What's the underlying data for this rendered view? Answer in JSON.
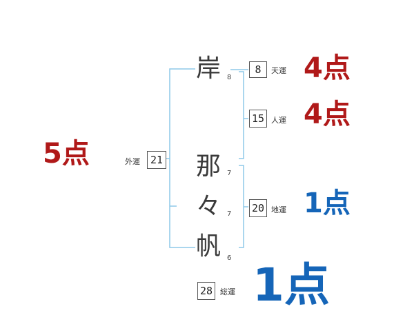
{
  "colors": {
    "red": "#b01919",
    "blue": "#1565b8",
    "bracket": "#8ec8e8",
    "box_border": "#555555"
  },
  "name": {
    "surname": [
      {
        "char": "岸",
        "strokes": "8"
      }
    ],
    "given": [
      {
        "char": "那",
        "strokes": "7"
      },
      {
        "char": "々",
        "strokes": "7"
      },
      {
        "char": "帆",
        "strokes": "6"
      }
    ]
  },
  "fortunes": {
    "tenkaku": {
      "value": "8",
      "label": "天運",
      "score": "4点",
      "color": "red"
    },
    "jinkaku": {
      "value": "15",
      "label": "人運",
      "score": "4点",
      "color": "red"
    },
    "chikaku": {
      "value": "20",
      "label": "地運",
      "score": "1点",
      "color": "blue"
    },
    "gaikaku": {
      "value": "21",
      "label": "外運",
      "score": "5点",
      "color": "red"
    },
    "soukaku": {
      "value": "28",
      "label": "総運",
      "score": "1点",
      "color": "blue"
    }
  }
}
